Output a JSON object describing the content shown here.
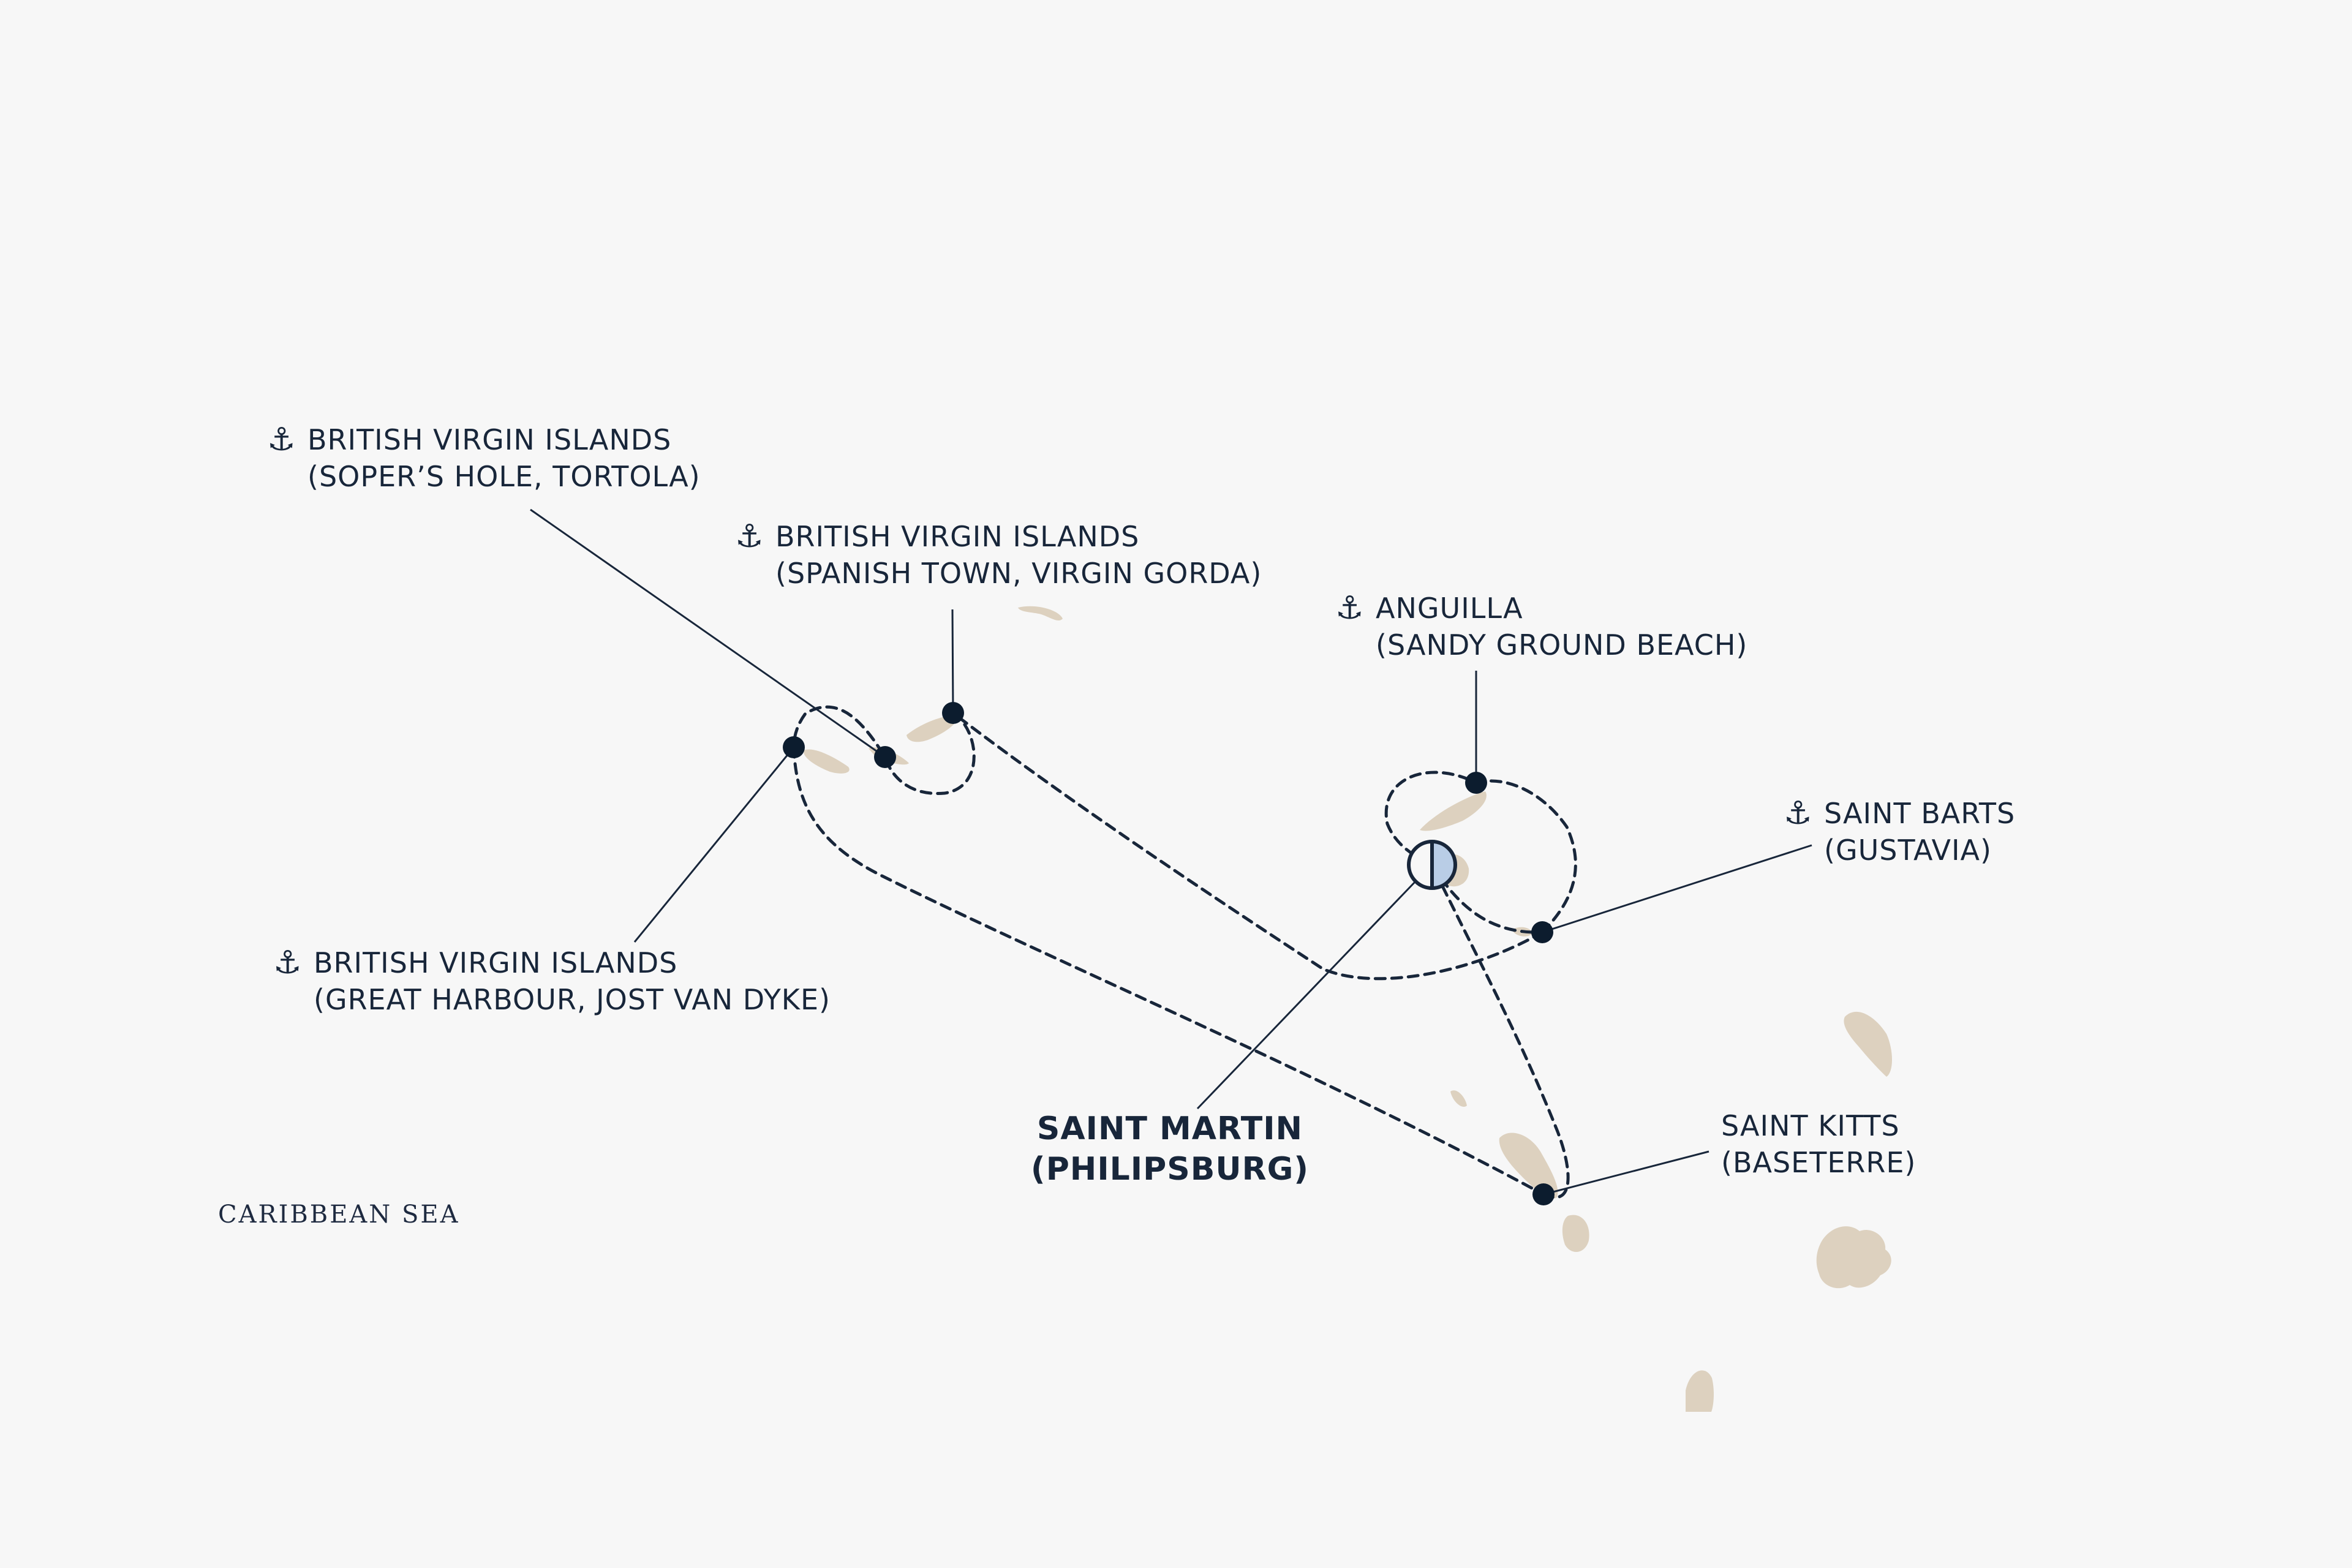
{
  "colors": {
    "background": "#f7f7f7",
    "land": "#ddd1bf",
    "route": "#18263a",
    "port_dot": "#0c1c2e",
    "home_fill": "#b9cde6"
  },
  "anchor_icon": "⚓",
  "sea_label": "CARIBBEAN SEA",
  "ports": [
    {
      "line1": "BRITISH VIRGIN ISLANDS",
      "line2": "(SOPER’S HOLE, TORTOLA)",
      "icon": "anchor-icon"
    },
    {
      "line1": "BRITISH VIRGIN ISLANDS",
      "line2": "(SPANISH TOWN, VIRGIN GORDA)",
      "icon": "anchor-icon"
    },
    {
      "line1": "ANGUILLA",
      "line2": "(SANDY GROUND BEACH)",
      "icon": "anchor-icon"
    },
    {
      "line1": "SAINT BARTS",
      "line2": "(GUSTAVIA)",
      "icon": "anchor-icon"
    },
    {
      "line1": "BRITISH VIRGIN ISLANDS",
      "line2": "(GREAT HARBOUR, JOST VAN DYKE)",
      "icon": "anchor-icon"
    },
    {
      "line1": "SAINT KITTS",
      "line2": "(BASETERRE)"
    }
  ],
  "home_port": {
    "line1": "SAINT MARTIN",
    "line2": "(PHILIPSBURG)",
    "icon": "half-filled-circle-icon"
  }
}
